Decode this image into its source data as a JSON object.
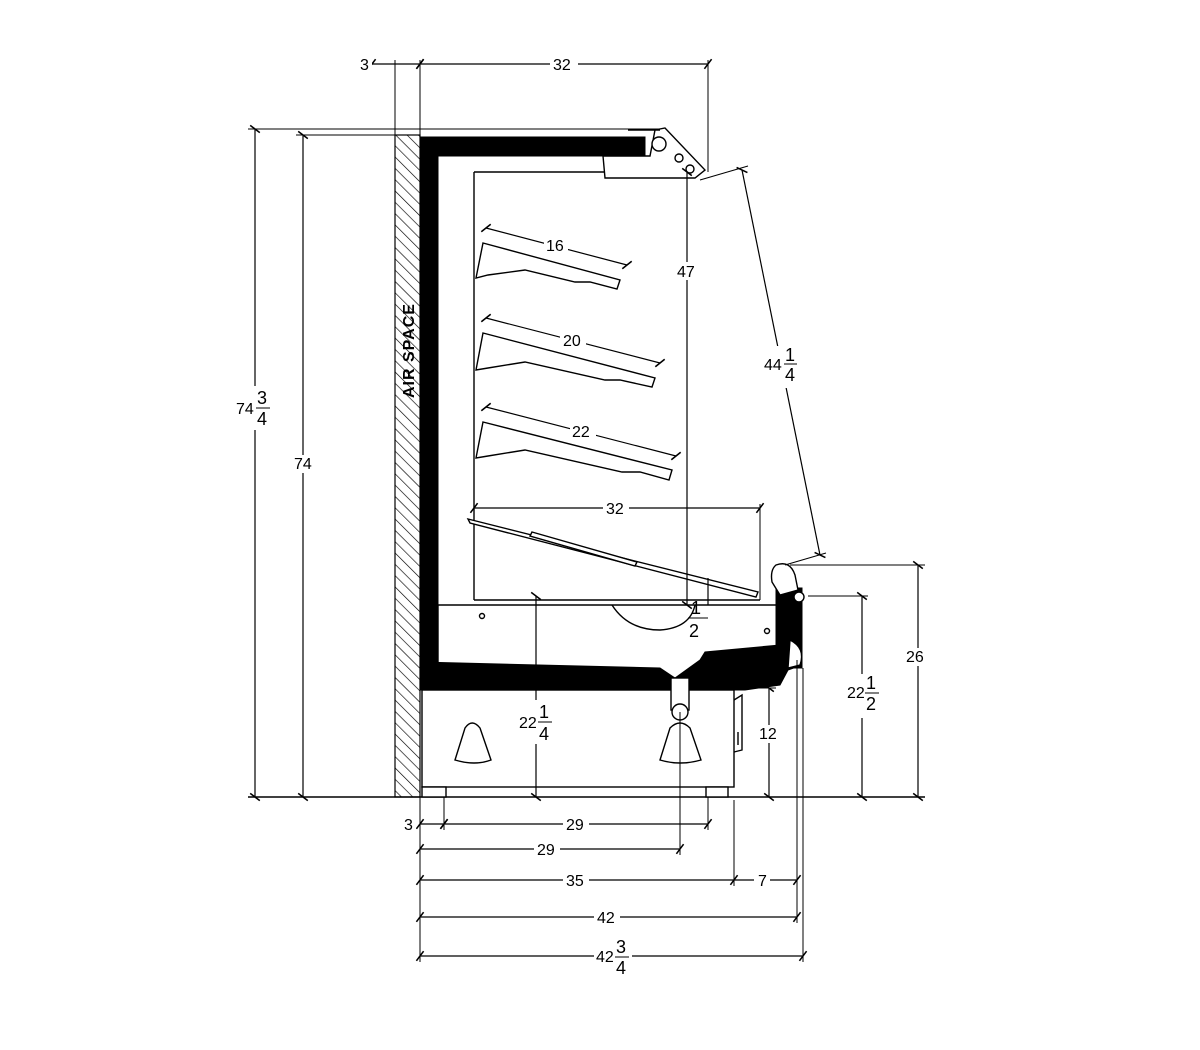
{
  "diagram": {
    "label_air_space": "AIR SPACE",
    "dimensions": {
      "top_wall_gap": "3",
      "top_depth": "32",
      "overall_height_whole": "74",
      "overall_height_num": "3",
      "overall_height_den": "4",
      "inner_height": "74",
      "shelf_1": "16",
      "shelf_2": "20",
      "shelf_3": "22",
      "display_height": "47",
      "diag_whole": "44",
      "diag_num": "1",
      "diag_den": "4",
      "deck_depth": "32",
      "half_num": "1",
      "half_den": "2",
      "deck_height_whole": "22",
      "deck_height_num": "1",
      "deck_height_den": "4",
      "base_height": "12",
      "front_height_whole": "22",
      "front_height_num": "1",
      "front_height_den": "2",
      "front_top_height": "26",
      "bottom_gap": "3",
      "bottom_29_a": "29",
      "bottom_29_b": "29",
      "bottom_35": "35",
      "bottom_7": "7",
      "bottom_42": "42",
      "bottom_42_whole": "42",
      "bottom_42_num": "3",
      "bottom_42_den": "4"
    }
  }
}
